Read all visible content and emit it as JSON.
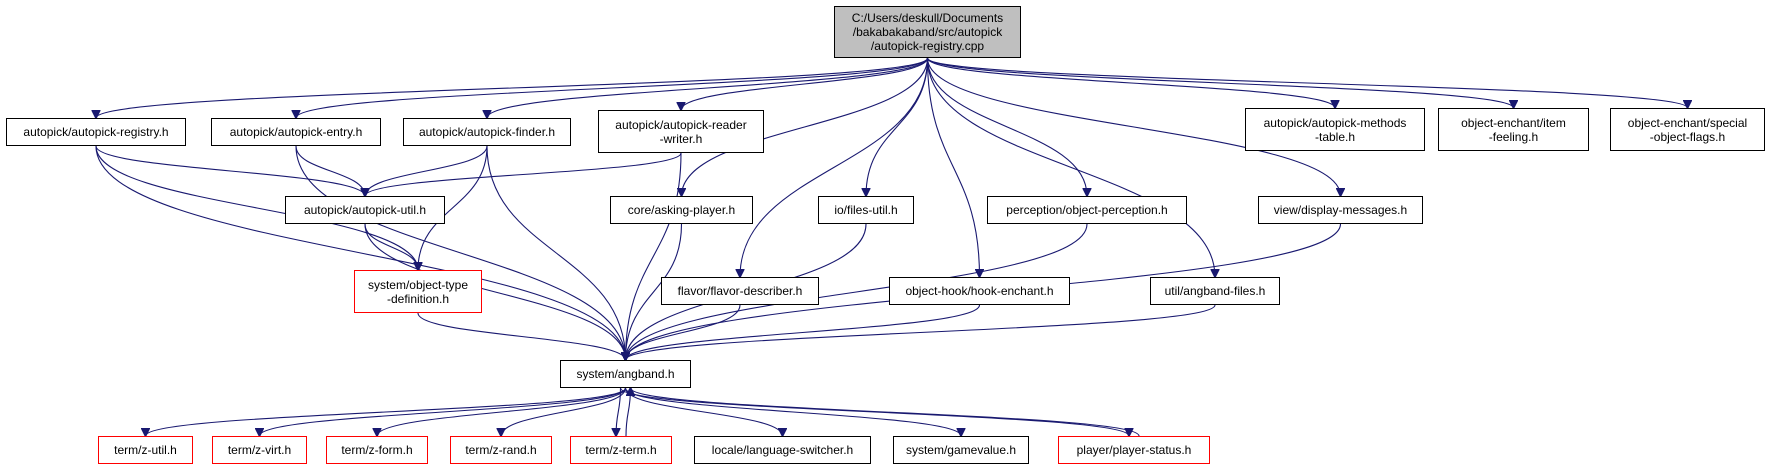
{
  "graph": {
    "root": "C:/Users/deskull/Documents\n/bakabakaband/src/autopick\n/autopick-registry.cpp",
    "colors": {
      "edge": "#191970",
      "root_fill": "#bfbfbf",
      "red_border": "#ff0000",
      "node_border": "#000000"
    },
    "nodes": [
      {
        "id": "registry_h",
        "label": "autopick/autopick-registry.h",
        "truncated": false
      },
      {
        "id": "entry_h",
        "label": "autopick/autopick-entry.h",
        "truncated": false
      },
      {
        "id": "finder_h",
        "label": "autopick/autopick-finder.h",
        "truncated": false
      },
      {
        "id": "reader_h",
        "label": "autopick/autopick-reader\n-writer.h",
        "truncated": false
      },
      {
        "id": "methods_h",
        "label": "autopick/autopick-methods\n-table.h",
        "truncated": false
      },
      {
        "id": "itemfeel_h",
        "label": "object-enchant/item\n-feeling.h",
        "truncated": false
      },
      {
        "id": "special_h",
        "label": "object-enchant/special\n-object-flags.h",
        "truncated": false
      },
      {
        "id": "util_h",
        "label": "autopick/autopick-util.h",
        "truncated": false
      },
      {
        "id": "asking_h",
        "label": "core/asking-player.h",
        "truncated": false
      },
      {
        "id": "filesutil_h",
        "label": "io/files-util.h",
        "truncated": false
      },
      {
        "id": "perception_h",
        "label": "perception/object-perception.h",
        "truncated": false
      },
      {
        "id": "display_h",
        "label": "view/display-messages.h",
        "truncated": false
      },
      {
        "id": "objtype_h",
        "label": "system/object-type\n-definition.h",
        "truncated": true
      },
      {
        "id": "flavor_h",
        "label": "flavor/flavor-describer.h",
        "truncated": false
      },
      {
        "id": "hook_h",
        "label": "object-hook/hook-enchant.h",
        "truncated": false
      },
      {
        "id": "angfiles_h",
        "label": "util/angband-files.h",
        "truncated": false
      },
      {
        "id": "angband_h",
        "label": "system/angband.h",
        "truncated": false
      },
      {
        "id": "zutil_h",
        "label": "term/z-util.h",
        "truncated": true
      },
      {
        "id": "zvirt_h",
        "label": "term/z-virt.h",
        "truncated": true
      },
      {
        "id": "zform_h",
        "label": "term/z-form.h",
        "truncated": true
      },
      {
        "id": "zrand_h",
        "label": "term/z-rand.h",
        "truncated": true
      },
      {
        "id": "zterm_h",
        "label": "term/z-term.h",
        "truncated": true
      },
      {
        "id": "locale_h",
        "label": "locale/language-switcher.h",
        "truncated": false
      },
      {
        "id": "gamevalue_h",
        "label": "system/gamevalue.h",
        "truncated": false
      },
      {
        "id": "pstatus_h",
        "label": "player/player-status.h",
        "truncated": true
      }
    ],
    "edges": [
      [
        "root",
        "registry_h"
      ],
      [
        "root",
        "entry_h"
      ],
      [
        "root",
        "finder_h"
      ],
      [
        "root",
        "reader_h"
      ],
      [
        "root",
        "methods_h"
      ],
      [
        "root",
        "itemfeel_h"
      ],
      [
        "root",
        "special_h"
      ],
      [
        "root",
        "asking_h"
      ],
      [
        "root",
        "filesutil_h"
      ],
      [
        "root",
        "perception_h"
      ],
      [
        "root",
        "display_h"
      ],
      [
        "root",
        "flavor_h"
      ],
      [
        "root",
        "hook_h"
      ],
      [
        "root",
        "angfiles_h"
      ],
      [
        "registry_h",
        "util_h"
      ],
      [
        "registry_h",
        "objtype_h"
      ],
      [
        "registry_h",
        "angband_h"
      ],
      [
        "entry_h",
        "util_h"
      ],
      [
        "entry_h",
        "angband_h"
      ],
      [
        "finder_h",
        "util_h"
      ],
      [
        "finder_h",
        "objtype_h"
      ],
      [
        "finder_h",
        "angband_h"
      ],
      [
        "reader_h",
        "util_h"
      ],
      [
        "reader_h",
        "angband_h"
      ],
      [
        "util_h",
        "objtype_h"
      ],
      [
        "util_h",
        "angband_h"
      ],
      [
        "objtype_h",
        "angband_h"
      ],
      [
        "asking_h",
        "angband_h"
      ],
      [
        "filesutil_h",
        "angband_h"
      ],
      [
        "perception_h",
        "angband_h"
      ],
      [
        "display_h",
        "angband_h"
      ],
      [
        "flavor_h",
        "angband_h"
      ],
      [
        "hook_h",
        "angband_h"
      ],
      [
        "angfiles_h",
        "angband_h"
      ],
      [
        "angband_h",
        "zutil_h"
      ],
      [
        "angband_h",
        "zvirt_h"
      ],
      [
        "angband_h",
        "zform_h"
      ],
      [
        "angband_h",
        "zrand_h"
      ],
      [
        "angband_h",
        "zterm_h"
      ],
      [
        "zterm_h",
        "angband_h"
      ],
      [
        "angband_h",
        "locale_h"
      ],
      [
        "angband_h",
        "gamevalue_h"
      ],
      [
        "angband_h",
        "pstatus_h"
      ],
      [
        "pstatus_h",
        "angband_h"
      ]
    ]
  }
}
